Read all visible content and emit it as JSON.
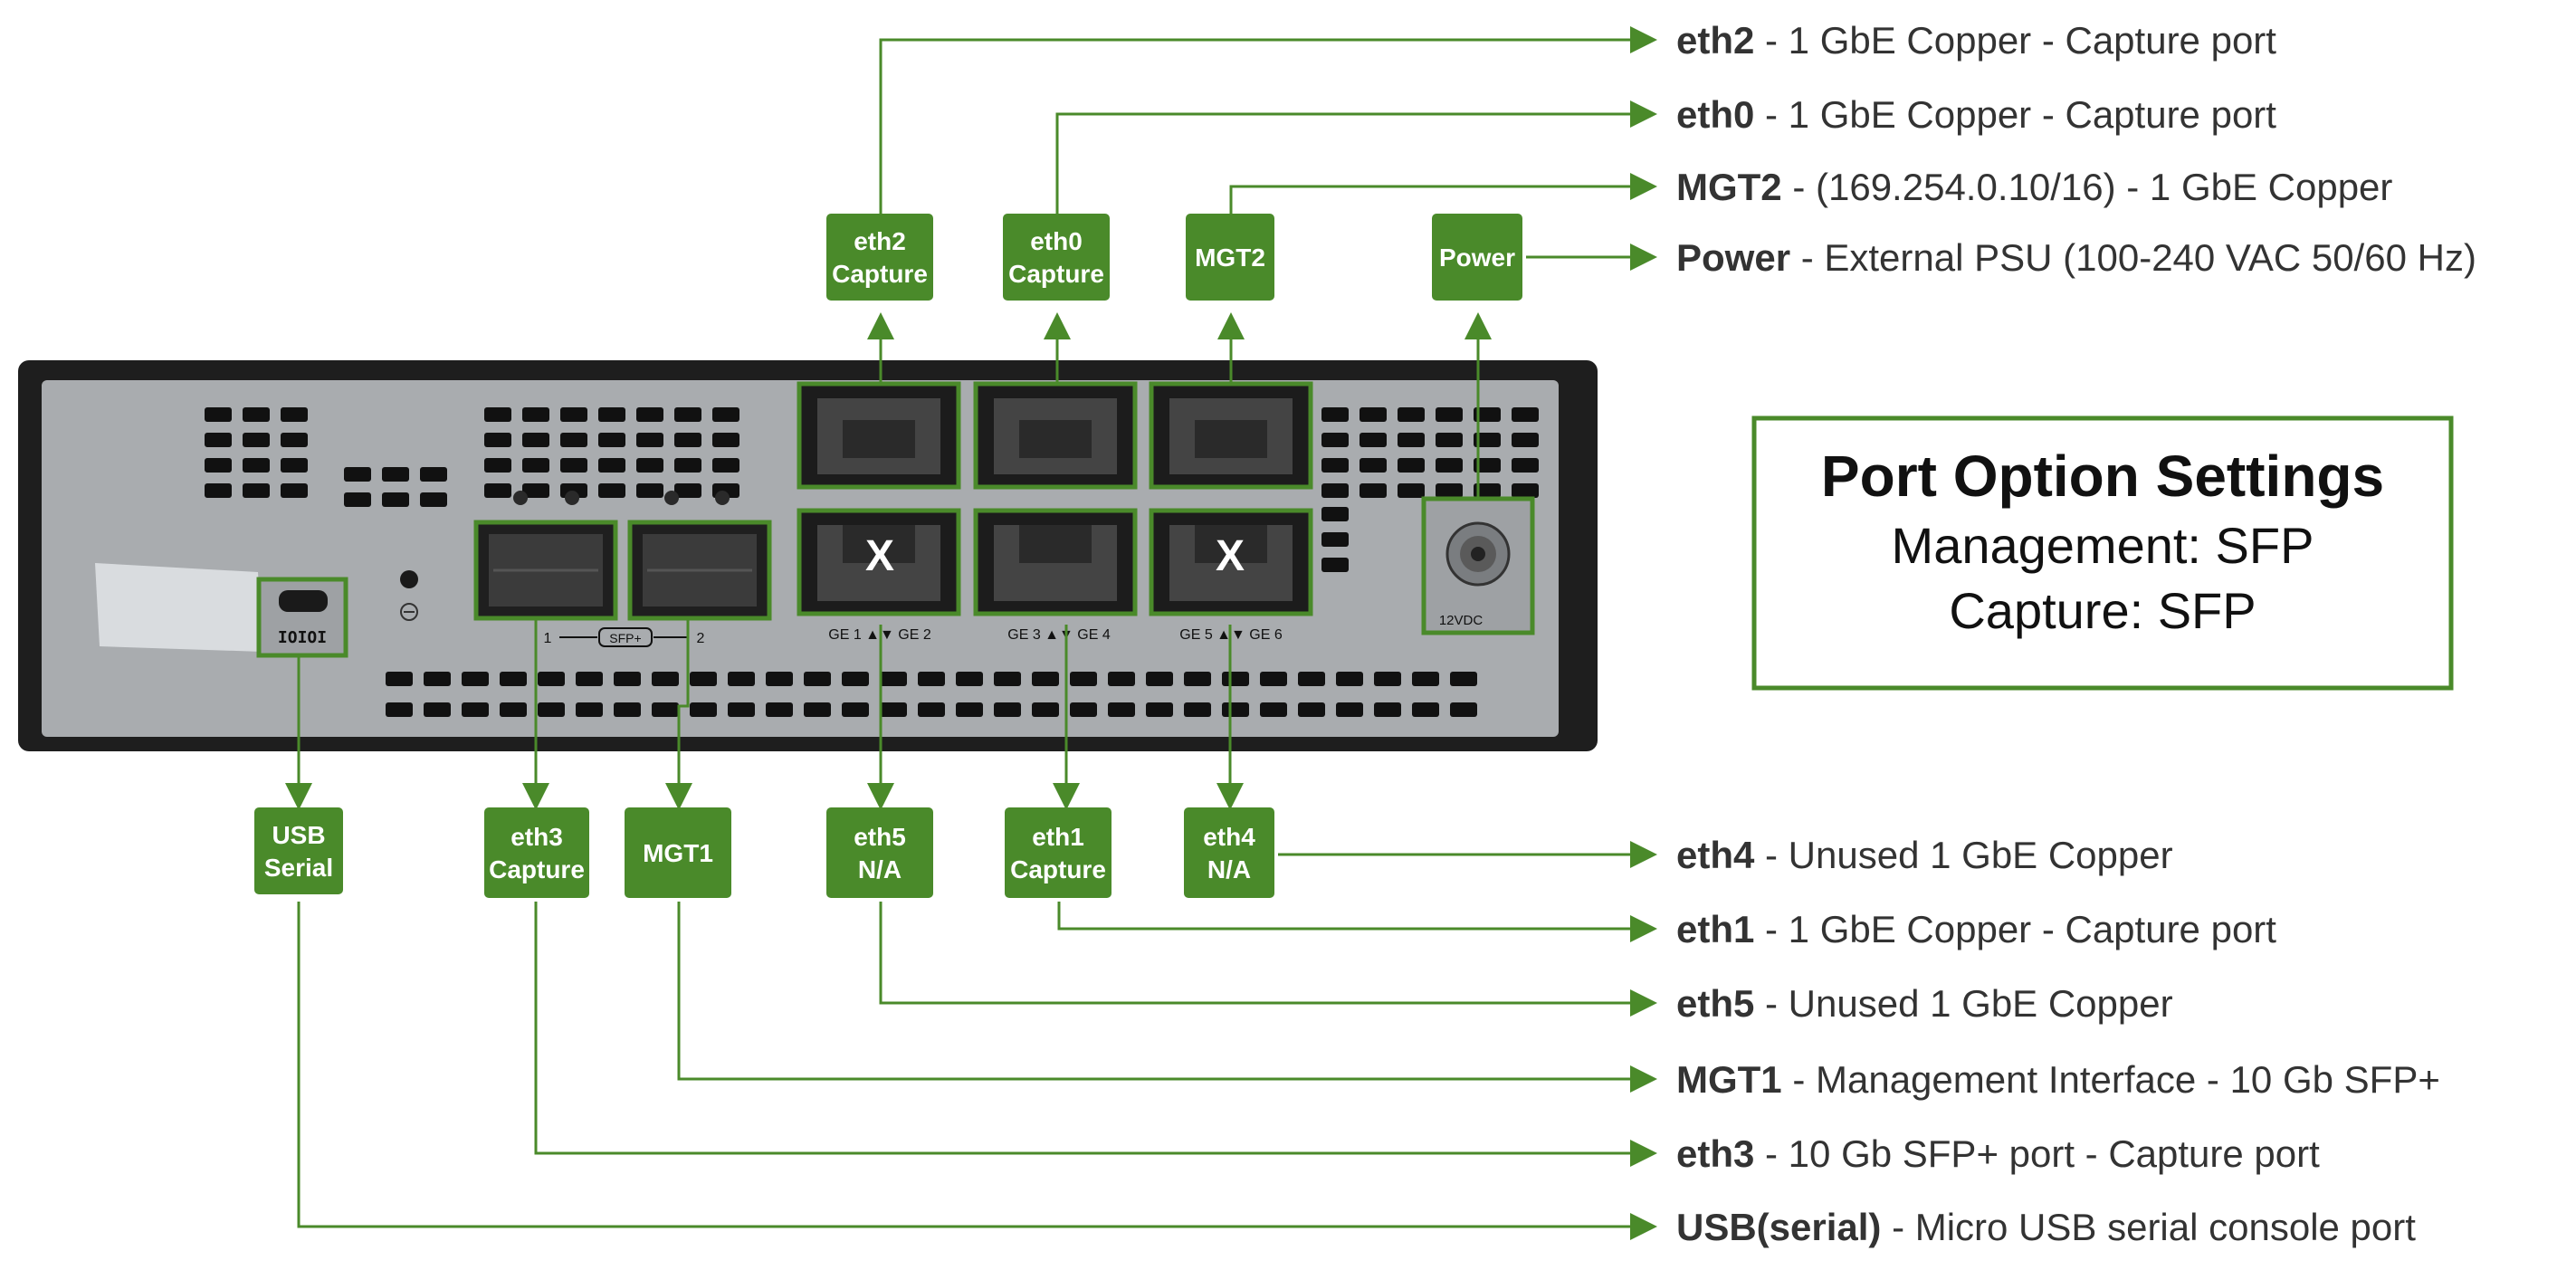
{
  "colors": {
    "accent": "#4a8a2a",
    "text": "#333333",
    "chassis_frame": "#1e1e1e",
    "chassis_face": "#a9acaf",
    "vent": "#111111"
  },
  "port_tags": [
    {
      "key": "eth2",
      "lines": [
        "eth2",
        "Capture"
      ]
    },
    {
      "key": "eth0",
      "lines": [
        "eth0",
        "Capture"
      ]
    },
    {
      "key": "mgt2",
      "lines": [
        "MGT2"
      ]
    },
    {
      "key": "power",
      "lines": [
        "Power"
      ]
    },
    {
      "key": "usb",
      "lines": [
        "USB",
        "Serial"
      ]
    },
    {
      "key": "eth3",
      "lines": [
        "eth3",
        "Capture"
      ]
    },
    {
      "key": "mgt1",
      "lines": [
        "MGT1"
      ]
    },
    {
      "key": "eth5",
      "lines": [
        "eth5",
        "N/A"
      ]
    },
    {
      "key": "eth1",
      "lines": [
        "eth1",
        "Capture"
      ]
    },
    {
      "key": "eth4",
      "lines": [
        "eth4",
        "N/A"
      ]
    }
  ],
  "descriptions": [
    {
      "key": "eth2",
      "name": "eth2",
      "detail": " - 1 GbE Copper - Capture port"
    },
    {
      "key": "eth0",
      "name": "eth0",
      "detail": " - 1 GbE Copper - Capture port"
    },
    {
      "key": "mgt2",
      "name": "MGT2",
      "detail": " - (169.254.0.10/16) - 1 GbE Copper"
    },
    {
      "key": "power",
      "name": "Power",
      "detail": " -  External PSU (100-240 VAC 50/60 Hz)"
    },
    {
      "key": "eth4",
      "name": "eth4",
      "detail": " - Unused 1 GbE Copper"
    },
    {
      "key": "eth1",
      "name": "eth1",
      "detail": " - 1 GbE Copper - Capture port"
    },
    {
      "key": "eth5",
      "name": "eth5",
      "detail": " - Unused 1 GbE Copper"
    },
    {
      "key": "mgt1",
      "name": "MGT1",
      "detail": " - Management Interface - 10 Gb SFP+"
    },
    {
      "key": "eth3",
      "name": "eth3",
      "detail": " - 10 Gb SFP+ port - Capture port"
    },
    {
      "key": "usb",
      "name": "USB(serial)",
      "detail": " - Micro USB serial console port"
    }
  ],
  "settings_box": {
    "title": "Port Option Settings",
    "line1": "Management: SFP",
    "line2": "Capture: SFP"
  },
  "device_labels": {
    "sfp_port1": "1",
    "sfp_group": "SFP+",
    "sfp_port2": "2",
    "ge_12": "GE 1 ▲▼ GE 2",
    "ge_34": "GE 3 ▲▼ GE 4",
    "ge_56": "GE 5 ▲▼ GE 6",
    "dc_in": "12VDC",
    "usb_mark": "IOIOI",
    "unused_mark": "X"
  }
}
